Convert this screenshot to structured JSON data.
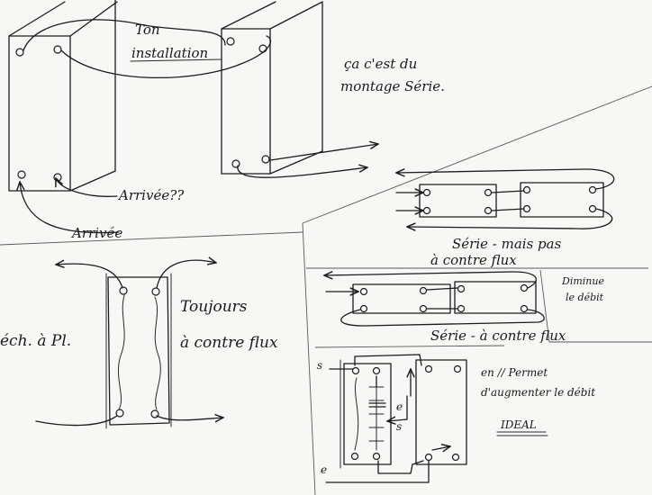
{
  "colors": {
    "paper": "#f7f7f5",
    "ink": "#1c1c1c"
  },
  "labels": {
    "ton_installation_1": "Ton",
    "ton_installation_2": "installation",
    "montage_serie_1": "ça c'est du",
    "montage_serie_2": "montage Série.",
    "arrivee_q": "Arrivée??",
    "arrivee": "Arrivée",
    "serie_pas_contre_1": "Série - mais pas",
    "serie_pas_contre_2": "à contre flux",
    "serie_contre_flux": "Série - à contre flux",
    "diminue_debit_1": "Diminue",
    "diminue_debit_2": "le débit",
    "toujours_1": "Toujours",
    "toujours_2": "à contre flux",
    "ech_pl": "éch. à Pl.",
    "parallele_1": "en // Permet",
    "parallele_2": "d'augmenter le débit",
    "ideal": "IDEAL",
    "s_top": "s",
    "e_bottom": "e",
    "e_mid": "e",
    "s_mid": "s"
  }
}
